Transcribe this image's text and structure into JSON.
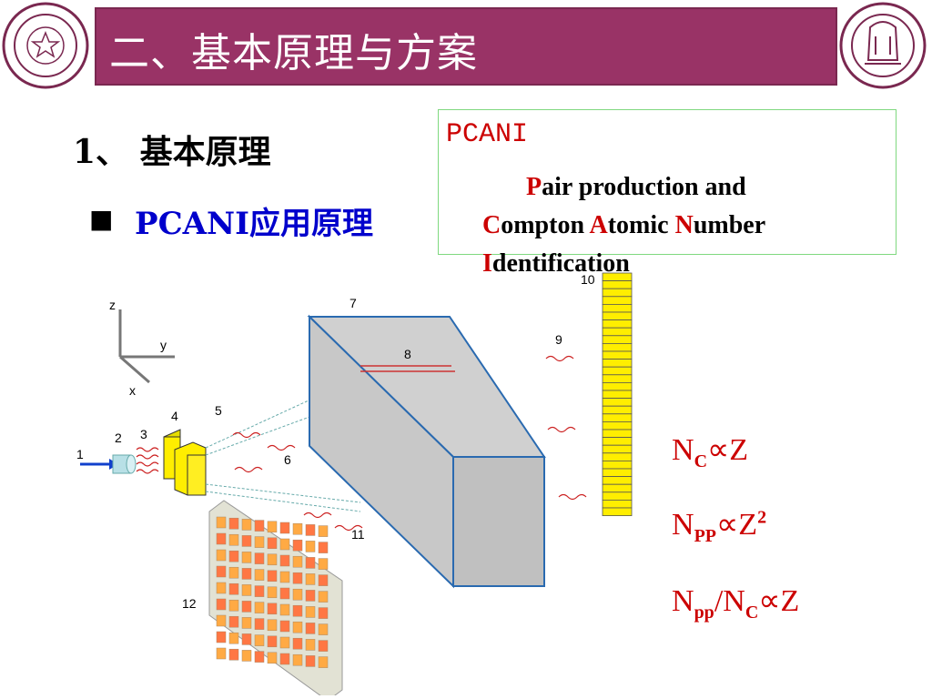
{
  "header": {
    "title": "二、基本原理与方案"
  },
  "logos": {
    "left_name": "tianjin-university-logo",
    "right_name": "tsinghua-university-logo"
  },
  "section": {
    "heading": "1、 基本原理",
    "bullet": "PCANI应用原理",
    "bullet_glyph": "■"
  },
  "pcani_box": {
    "acronym": "PCANI",
    "parts": [
      {
        "initial": "P",
        "rest": "air production and"
      },
      {
        "initial": "C",
        "rest": "ompton "
      },
      {
        "initial": "A",
        "rest": "tomic "
      },
      {
        "initial": "N",
        "rest": "umber"
      },
      {
        "initial": "I",
        "rest": "dentification"
      }
    ]
  },
  "diagram": {
    "axis_labels": {
      "z": "z",
      "y": "y",
      "x": "x"
    },
    "labels": [
      "1",
      "2",
      "3",
      "4",
      "5",
      "6",
      "7",
      "8",
      "9",
      "10",
      "11",
      "12"
    ]
  },
  "formulas": [
    {
      "base": "N",
      "sub": "C",
      "rel": "∝Z",
      "sup": ""
    },
    {
      "base": "N",
      "sub": "PP",
      "rel": "∝Z",
      "sup": "2"
    },
    {
      "base": "N",
      "sub": "pp",
      "mid": "/N",
      "sub2": "C",
      "rel": "∝Z"
    }
  ],
  "colors": {
    "title_bg": "#993366",
    "accent_red": "#cc0000",
    "bullet_blue": "#0000cc",
    "detector_yellow": "#ffee00"
  }
}
